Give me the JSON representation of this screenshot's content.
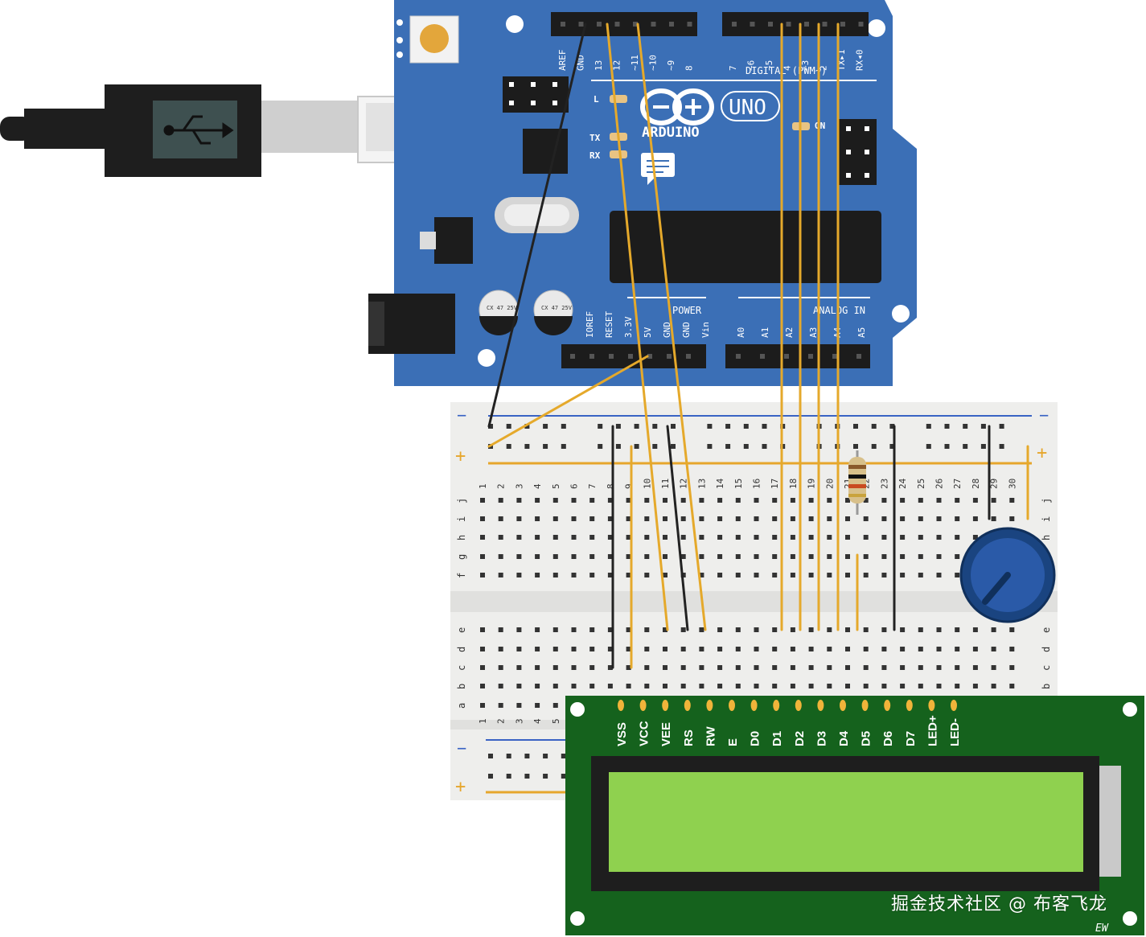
{
  "board": {
    "brand": "ARDUINO",
    "model": "UNO",
    "digital_header": "DIGITAL (PWM~)",
    "power_header": "POWER",
    "analog_header": "ANALOG IN",
    "on_label": "ON",
    "led_labels": [
      "L",
      "TX",
      "RX"
    ],
    "digital_pins_left": [
      "AREF",
      "GND",
      "13",
      "12",
      "~11",
      "~10",
      "~9",
      "8"
    ],
    "digital_pins_right": [
      "7",
      "~6",
      "~5",
      "4",
      "~3",
      "2",
      "TX▸1",
      "RX◂0"
    ],
    "power_pins": [
      "IOREF",
      "RESET",
      "3.3V",
      "5V",
      "GND",
      "GND",
      "Vin"
    ],
    "analog_pins": [
      "A0",
      "A1",
      "A2",
      "A3",
      "A4",
      "A5"
    ],
    "capacitor_text": "CX 47 25V"
  },
  "breadboard": {
    "rail_plus": "+",
    "rail_minus": "−",
    "column_numbers": [
      "1",
      "2",
      "3",
      "4",
      "5",
      "6",
      "7",
      "8",
      "9",
      "10",
      "11",
      "12",
      "13",
      "14",
      "15",
      "16",
      "17",
      "18",
      "19",
      "20",
      "21",
      "22",
      "23",
      "24",
      "25",
      "26",
      "27",
      "28",
      "29",
      "30"
    ],
    "rows_top": [
      "j",
      "i",
      "h",
      "g",
      "f"
    ],
    "rows_bottom": [
      "e",
      "d",
      "c",
      "b",
      "a"
    ]
  },
  "lcd": {
    "pins": [
      "VSS",
      "VCC",
      "VEE",
      "RS",
      "RW",
      "E",
      "D0",
      "D1",
      "D2",
      "D3",
      "D4",
      "D5",
      "D6",
      "D7",
      "LED+",
      "LED-"
    ],
    "maker_mark": "EW"
  },
  "watermark": "掘金技术社区 @ 布客飞龙",
  "colors": {
    "board_blue": "#3b6fb6",
    "breadboard": "#eeeeec",
    "lcd_pcb": "#15621d",
    "lcd_screen": "#8fd14f",
    "wire_yellow": "#e5a92b",
    "wire_black": "#222222",
    "rail_blue": "#3a63c4",
    "rail_orange": "#e6a62c"
  },
  "icons": [
    "usb-icon",
    "arduino-infinity-logo",
    "speech-bubble-icon"
  ]
}
